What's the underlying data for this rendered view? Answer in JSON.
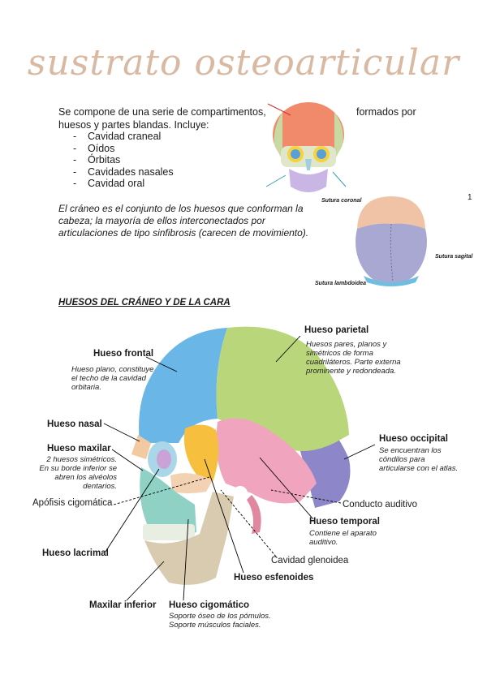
{
  "title": "sustrato osteoarticular",
  "intro": {
    "line1": "Se compone de una serie de compartimentos,",
    "line1_right": "formados por",
    "line2": "huesos y partes blandas. Incluye:",
    "items": [
      "Cavidad craneal",
      "Oídos",
      "Órbitas",
      "Cavidades nasales",
      "Cavidad oral"
    ]
  },
  "cranio_text": "El cráneo es el conjunto de los huesos que conforman la cabeza; la mayoría de ellos interconectados por articulaciones de tipo sinfibrosis (carecen de movimiento).",
  "page_number": "1",
  "top_skull_labels": {
    "coronal": "Sutura coronal",
    "sagital": "Sutura sagital",
    "lambdoidea": "Sutura lambdoidea"
  },
  "section_title": "HUESOS DEL CRÁNEO Y DE LA CARA",
  "labels": {
    "frontal": "Hueso frontal",
    "frontal_desc": "Hueso plano, constituye el techo de la cavidad orbitaria.",
    "parietal": "Hueso parietal",
    "parietal_desc": "Huesos pares, planos y simétricos de forma cuadriláteros. Parte externa prominente y redondeada.",
    "nasal": "Hueso nasal",
    "maxilar": "Hueso maxilar",
    "maxilar_desc": "2 huesos simétricos. En su borde inferior se abren los alvéolos dentarios.",
    "occipital": "Hueso occipital",
    "occipital_desc": "Se encuentran los cóndilos para articularse con el atlas.",
    "apofisis": "Apófisis cigomática",
    "conducto": "Conducto auditivo",
    "temporal": "Hueso temporal",
    "temporal_desc": "Contiene el aparato auditivo.",
    "lacrimal": "Hueso lacrimal",
    "glenoidea": "Cavidad glenoidea",
    "esfenoides": "Hueso esfenoides",
    "maxilar_inferior": "Maxilar inferior",
    "cigomatico": "Hueso cigomático",
    "cigomatico_desc": "Soporte óseo de los pómulos. Soporte músculos faciales."
  },
  "colors": {
    "title": "#d9b9a1",
    "frontal": "#6ab6e6",
    "parietal": "#b9d77a",
    "occipital": "#8d87c9",
    "temporal": "#f0a4bd",
    "esfenoides": "#f6bf3d",
    "mandibula": "#d9cbb0",
    "maxila": "#8fd1c4"
  }
}
